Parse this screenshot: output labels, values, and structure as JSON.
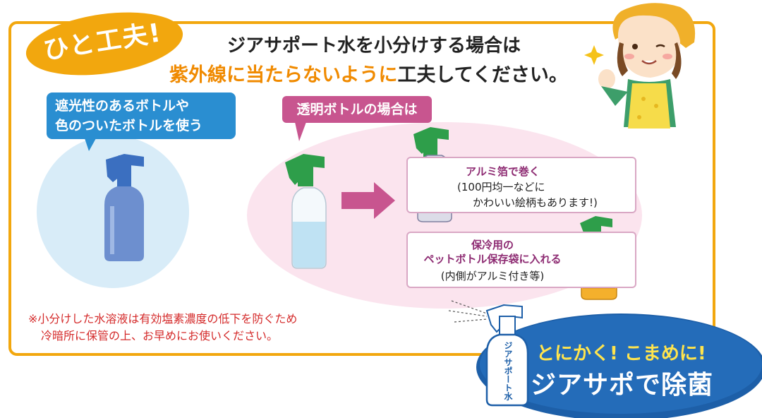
{
  "badge": {
    "label": "ひと工夫!"
  },
  "headline": {
    "line1": "ジアサポート水を小分けする場合は",
    "line2_highlight": "紫外線に当たらないように",
    "line2_rest": "工夫してください。"
  },
  "left_callout": {
    "line1": "遮光性のあるボトルや",
    "line2": "色のついたボトルを使う"
  },
  "middle_callout": {
    "label": "透明ボトルの場合は"
  },
  "option_foil": {
    "title": "アルミ箔で巻く",
    "sub1": "(100円均一などに",
    "sub2": "かわいい絵柄もあります!)"
  },
  "option_bag": {
    "title1": "保冷用の",
    "title2": "ペットボトル保存袋に入れる",
    "sub": "(内側がアルミ付き等)"
  },
  "note": {
    "line1": "※小分けした水溶液は有効塩素濃度の低下を防ぐため",
    "line2": "冷暗所に保管の上、お早めにお使いください。"
  },
  "slogan": {
    "line1": "とにかく! こまめに!",
    "line2": "ジアサポで除菌"
  },
  "spray_bottle_label": "ジアサポート水",
  "colors": {
    "frame": "#f2a70e",
    "badge": "#f2a70e",
    "highlight": "#f08a00",
    "blue_callout": "#2a8ed1",
    "pink_callout": "#c8558f",
    "slogan_bg": "#1d5fa8",
    "note_red": "#d42a2a"
  }
}
